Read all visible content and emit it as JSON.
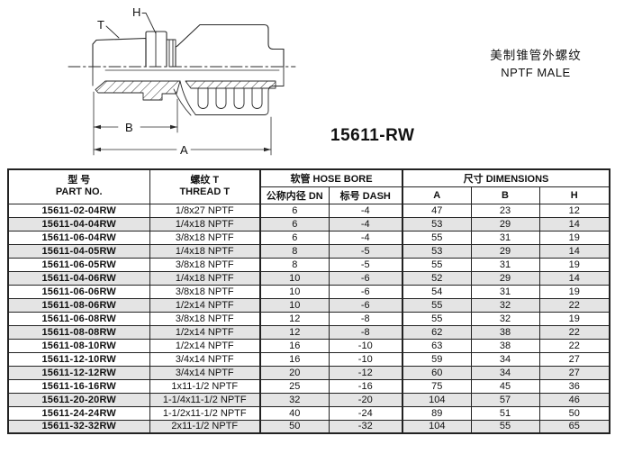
{
  "drawing": {
    "labels": {
      "t": "T",
      "h": "H",
      "b": "B",
      "a": "A"
    }
  },
  "header": {
    "title_cn": "美制锥管外螺纹",
    "title_en": "NPTF MALE",
    "model": "15611-RW"
  },
  "table": {
    "headers": {
      "part_cn": "型  号",
      "part_en": "PART NO.",
      "thread_cn": "螺纹 T",
      "thread_en": "THREAD T",
      "hose_bore": "软管 HOSE BORE",
      "dn": "公称内径 DN",
      "dash": "标号 DASH",
      "dimensions": "尺寸   DIMENSIONS",
      "col_a": "A",
      "col_b": "B",
      "col_h": "H"
    },
    "rows": [
      {
        "part": "15611-02-04RW",
        "thread": "1/8x27 NPTF",
        "dn": "6",
        "dash": "-4",
        "a": "47",
        "b": "23",
        "h": "12",
        "shaded": false
      },
      {
        "part": "15611-04-04RW",
        "thread": "1/4x18 NPTF",
        "dn": "6",
        "dash": "-4",
        "a": "53",
        "b": "29",
        "h": "14",
        "shaded": true
      },
      {
        "part": "15611-06-04RW",
        "thread": "3/8x18 NPTF",
        "dn": "6",
        "dash": "-4",
        "a": "55",
        "b": "31",
        "h": "19",
        "shaded": false
      },
      {
        "part": "15611-04-05RW",
        "thread": "1/4x18 NPTF",
        "dn": "8",
        "dash": "-5",
        "a": "53",
        "b": "29",
        "h": "14",
        "shaded": true
      },
      {
        "part": "15611-06-05RW",
        "thread": "3/8x18 NPTF",
        "dn": "8",
        "dash": "-5",
        "a": "55",
        "b": "31",
        "h": "19",
        "shaded": false
      },
      {
        "part": "15611-04-06RW",
        "thread": "1/4x18 NPTF",
        "dn": "10",
        "dash": "-6",
        "a": "52",
        "b": "29",
        "h": "14",
        "shaded": true
      },
      {
        "part": "15611-06-06RW",
        "thread": "3/8x18 NPTF",
        "dn": "10",
        "dash": "-6",
        "a": "54",
        "b": "31",
        "h": "19",
        "shaded": false
      },
      {
        "part": "15611-08-06RW",
        "thread": "1/2x14 NPTF",
        "dn": "10",
        "dash": "-6",
        "a": "55",
        "b": "32",
        "h": "22",
        "shaded": true
      },
      {
        "part": "15611-06-08RW",
        "thread": "3/8x18 NPTF",
        "dn": "12",
        "dash": "-8",
        "a": "55",
        "b": "32",
        "h": "19",
        "shaded": false
      },
      {
        "part": "15611-08-08RW",
        "thread": "1/2x14 NPTF",
        "dn": "12",
        "dash": "-8",
        "a": "62",
        "b": "38",
        "h": "22",
        "shaded": true
      },
      {
        "part": "15611-08-10RW",
        "thread": "1/2x14 NPTF",
        "dn": "16",
        "dash": "-10",
        "a": "63",
        "b": "38",
        "h": "22",
        "shaded": false
      },
      {
        "part": "15611-12-10RW",
        "thread": "3/4x14 NPTF",
        "dn": "16",
        "dash": "-10",
        "a": "59",
        "b": "34",
        "h": "27",
        "shaded": false
      },
      {
        "part": "15611-12-12RW",
        "thread": "3/4x14 NPTF",
        "dn": "20",
        "dash": "-12",
        "a": "60",
        "b": "34",
        "h": "27",
        "shaded": true
      },
      {
        "part": "15611-16-16RW",
        "thread": "1x11-1/2 NPTF",
        "dn": "25",
        "dash": "-16",
        "a": "75",
        "b": "45",
        "h": "36",
        "shaded": false
      },
      {
        "part": "15611-20-20RW",
        "thread": "1-1/4x11-1/2 NPTF",
        "dn": "32",
        "dash": "-20",
        "a": "104",
        "b": "57",
        "h": "46",
        "shaded": true
      },
      {
        "part": "15611-24-24RW",
        "thread": "1-1/2x11-1/2 NPTF",
        "dn": "40",
        "dash": "-24",
        "a": "89",
        "b": "51",
        "h": "50",
        "shaded": false
      },
      {
        "part": "15611-32-32RW",
        "thread": "2x11-1/2 NPTF",
        "dn": "50",
        "dash": "-32",
        "a": "104",
        "b": "55",
        "h": "65",
        "shaded": true
      }
    ]
  }
}
